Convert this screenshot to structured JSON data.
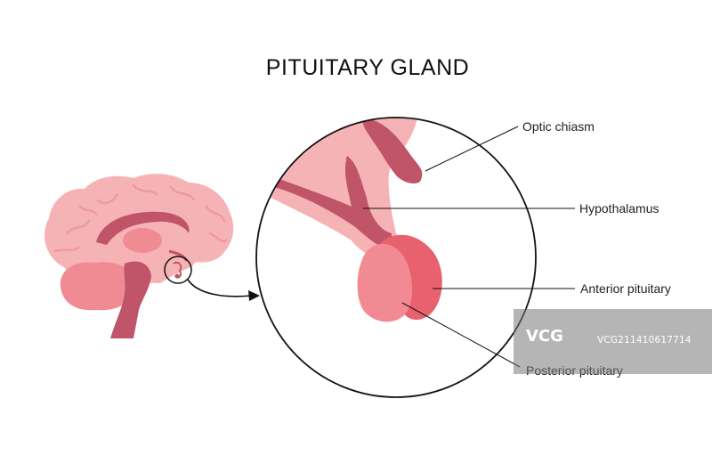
{
  "title": "PITUITARY GLAND",
  "labels": {
    "optic_chiasm": "Optic chiasm",
    "hypothalamus": "Hypothalamus",
    "anterior_pituitary": "Anterior pituitary",
    "posterior_pituitary": "Posterior pituitary"
  },
  "watermark": {
    "logo": "VCG",
    "id": "VCG211410617714"
  },
  "colors": {
    "brain_light": "#f6b3b5",
    "brain_mid": "#f08a93",
    "brain_dark": "#c05468",
    "circle_stroke": "#111111"
  }
}
